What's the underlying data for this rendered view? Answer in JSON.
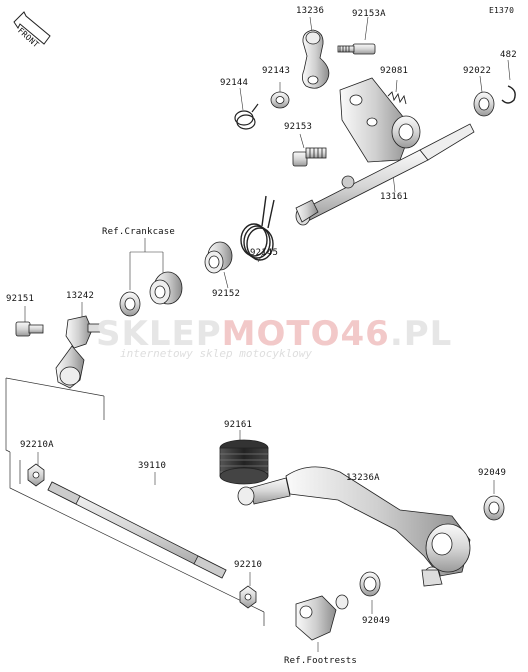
{
  "diagram_code": "E1370",
  "front_label": "FRONT",
  "watermark": {
    "brand_part1": "SKLEP",
    "brand_part2": "MOTO",
    "brand_part3": "46",
    "brand_part4": ".PL",
    "tagline": "internetowy sklep motocyklowy"
  },
  "parts": [
    {
      "id": "p13236",
      "number": "13236"
    },
    {
      "id": "p92153a",
      "number": "92153A"
    },
    {
      "id": "p482",
      "number": "482"
    },
    {
      "id": "p92144",
      "number": "92144"
    },
    {
      "id": "p92143",
      "number": "92143"
    },
    {
      "id": "p92081",
      "number": "92081"
    },
    {
      "id": "p92022",
      "number": "92022"
    },
    {
      "id": "p92153",
      "number": "92153"
    },
    {
      "id": "p13161",
      "number": "13161"
    },
    {
      "id": "pcrank",
      "number": "Ref.Crankcase"
    },
    {
      "id": "p92145",
      "number": "92145"
    },
    {
      "id": "p92152",
      "number": "92152"
    },
    {
      "id": "p92151",
      "number": "92151"
    },
    {
      "id": "p13242",
      "number": "13242"
    },
    {
      "id": "p92161",
      "number": "92161"
    },
    {
      "id": "p92210a",
      "number": "92210A"
    },
    {
      "id": "p39110",
      "number": "39110"
    },
    {
      "id": "p13236a",
      "number": "13236A"
    },
    {
      "id": "p92049a",
      "number": "92049"
    },
    {
      "id": "p92210",
      "number": "92210"
    },
    {
      "id": "p92049b",
      "number": "92049"
    },
    {
      "id": "pfoot",
      "number": "Ref.Footrests"
    }
  ]
}
